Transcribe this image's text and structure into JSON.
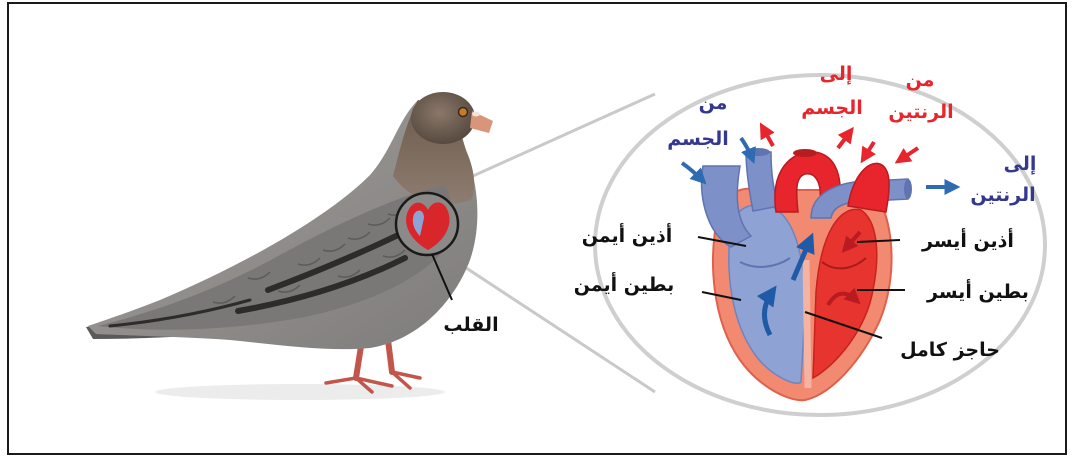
{
  "labels": {
    "from_body": {
      "line1": "من",
      "line2": "الجسم"
    },
    "to_body": {
      "line1": "إلى",
      "line2": "الجسم"
    },
    "from_lungs": {
      "line1": "من",
      "line2": "الرنتين"
    },
    "to_lungs": {
      "line1": "إلى",
      "line2": "الرنتين"
    },
    "right_atrium": "أذين أيمن",
    "right_ventricle": "بطين أيمن",
    "left_atrium": "أذين أيسر",
    "left_ventricle": "بطين أيسر",
    "septum": "حاجز كامل",
    "heart": "القلب"
  },
  "colors": {
    "oxygen_poor_text": "#34388f",
    "oxygen_rich_text": "#e8242c",
    "oxygen_poor_blood": "#8fa2d4",
    "oxygen_rich_blood": "#e8342f",
    "flow_arrow_blue": "#2e6bb0",
    "label_text": "#111111"
  }
}
